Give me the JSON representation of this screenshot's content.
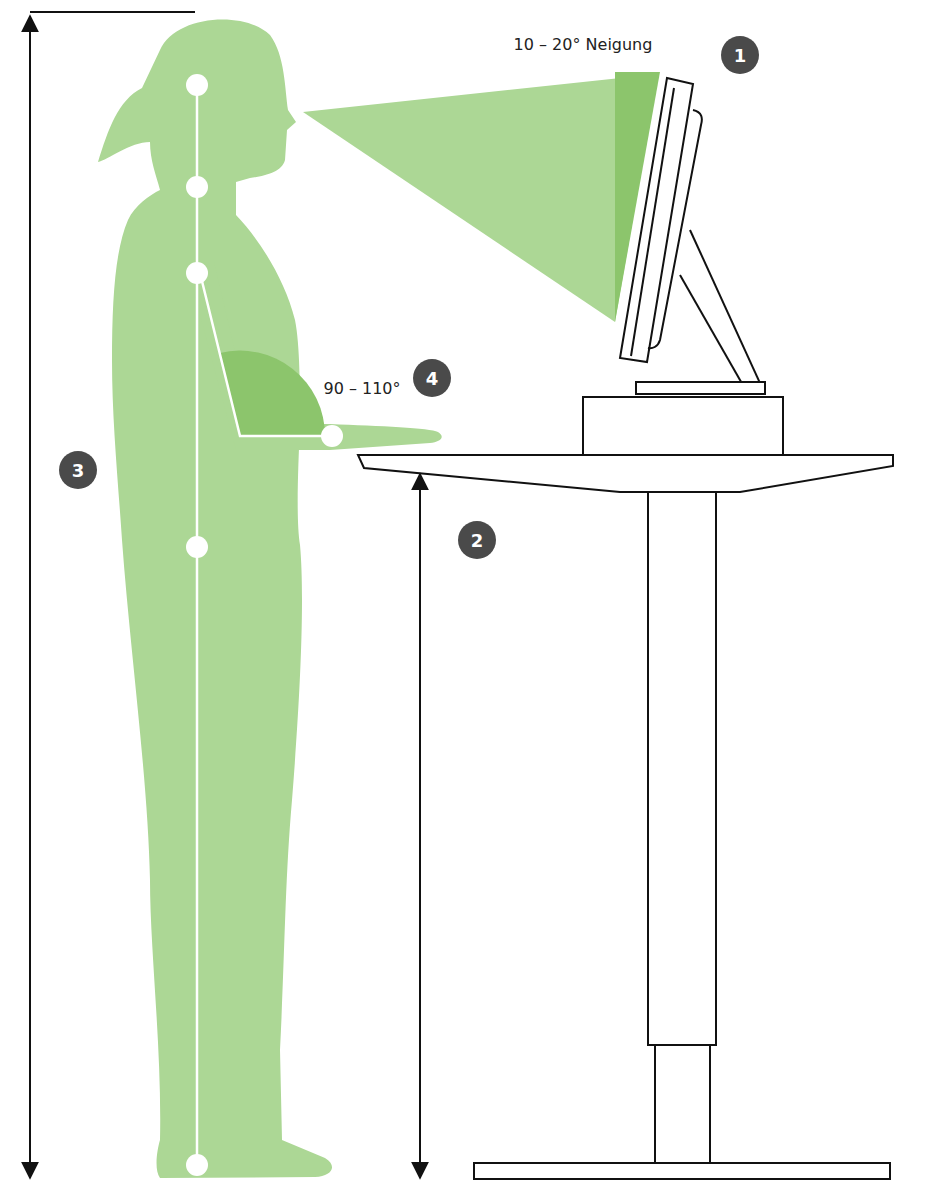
{
  "diagram": {
    "labels": [
      "10 – 20° Neigung",
      "1",
      "90 – 110°",
      "4",
      "3",
      "2"
    ]
  }
}
